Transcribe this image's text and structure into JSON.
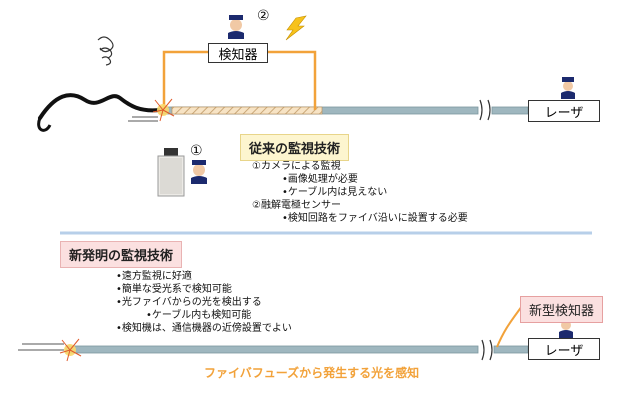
{
  "colors": {
    "fiber": "#9fb7bf",
    "detector_wire": "#f2a23a",
    "divider": "#b7cfe9",
    "old_label_bg": "#fdf5cf",
    "new_label_bg": "#fbe0e0"
  },
  "top": {
    "detector_label": "検知器",
    "laser_label": "レーザ",
    "marker_camera": "①",
    "marker_detector": "②",
    "title": "従来の監視技術",
    "lines": [
      "①カメラによる監視",
      "•画像処理が必要",
      "•ケーブル内は見えない",
      "②融解電極センサー",
      "•検知回路をファイバ沿いに設置する必要"
    ]
  },
  "bottom": {
    "title": "新発明の監視技術",
    "lines": [
      "•遠方監視に好適",
      "•簡単な受光系で検知可能",
      "•光ファイバからの光を検出する",
      "•ケーブル内も検知可能",
      "•検知機は、通信機器の近傍設置でよい"
    ],
    "new_detector_label": "新型検知器",
    "laser_label": "レーザ",
    "caption": "ファイバフューズから発生する光を感知"
  },
  "icons": [
    "guard-icon",
    "lightning-icon",
    "camera-icon",
    "spark-icon",
    "dizzy-icon",
    "cable-icon"
  ]
}
